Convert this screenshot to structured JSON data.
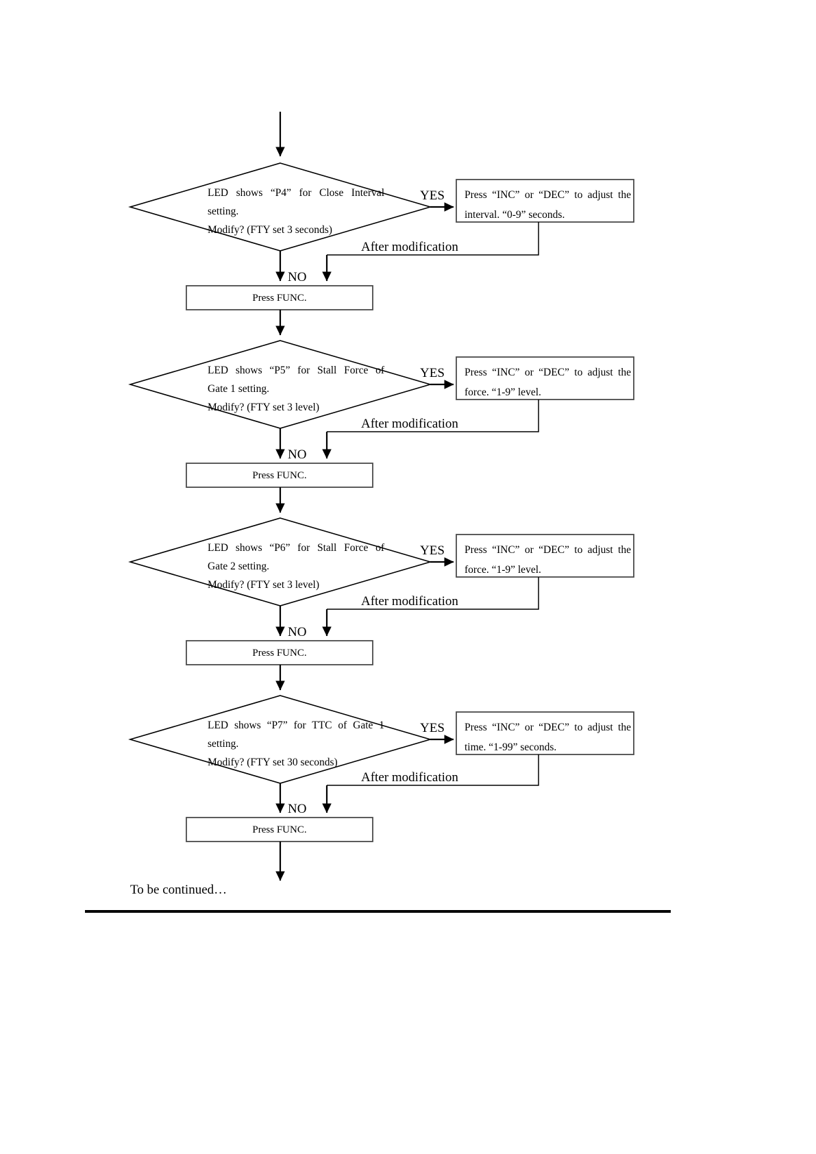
{
  "document": {
    "continued_note": "To be continued…"
  },
  "chart_data": {
    "type": "diagram",
    "diagram_kind": "flowchart",
    "title": "",
    "orientation": "top-to-bottom",
    "nodes": [
      {
        "id": "d1",
        "type": "decision",
        "lines": [
          "LED shows “P4” for Close Interval",
          "setting.",
          "Modify? (FTY set 3 seconds)"
        ]
      },
      {
        "id": "p1",
        "type": "process",
        "lines": [
          "Press “INC” or “DEC” to adjust the",
          "interval. “0-9” seconds."
        ]
      },
      {
        "id": "f1",
        "type": "process",
        "lines": [
          "Press FUNC."
        ]
      },
      {
        "id": "d2",
        "type": "decision",
        "lines": [
          "LED shows “P5” for Stall Force of",
          "Gate 1 setting.",
          "Modify? (FTY set 3 level)"
        ]
      },
      {
        "id": "p2",
        "type": "process",
        "lines": [
          "Press “INC” or “DEC” to adjust the",
          "force. “1-9” level."
        ]
      },
      {
        "id": "f2",
        "type": "process",
        "lines": [
          "Press FUNC."
        ]
      },
      {
        "id": "d3",
        "type": "decision",
        "lines": [
          "LED shows “P6” for Stall Force of",
          "Gate 2 setting.",
          "Modify? (FTY set 3 level)"
        ]
      },
      {
        "id": "p3",
        "type": "process",
        "lines": [
          "Press “INC” or “DEC” to adjust the",
          "force. “1-9” level."
        ]
      },
      {
        "id": "f3",
        "type": "process",
        "lines": [
          "Press FUNC."
        ]
      },
      {
        "id": "d4",
        "type": "decision",
        "lines": [
          "LED shows “P7” for TTC of Gate 1",
          "setting.",
          "Modify? (FTY set 30 seconds)"
        ]
      },
      {
        "id": "p4",
        "type": "process",
        "lines": [
          "Press “INC” or “DEC” to adjust the",
          "time. “1-99” seconds."
        ]
      },
      {
        "id": "f4",
        "type": "process",
        "lines": [
          "Press FUNC."
        ]
      }
    ],
    "edge_labels": {
      "yes": "YES",
      "no": "NO",
      "after_modification": "After modification"
    }
  },
  "stages": [
    {
      "key": "stage1",
      "decision": {
        "line1": "LED shows “P4” for Close Interval",
        "line2": "setting.",
        "line3": "Modify? (FTY set 3 seconds)"
      },
      "process": {
        "line1": "Press “INC” or “DEC” to adjust the",
        "line2": "interval. “0-9” seconds."
      },
      "yes_label": "YES",
      "no_label": "NO",
      "after_label": "After modification",
      "func_label": "Press FUNC."
    },
    {
      "key": "stage2",
      "decision": {
        "line1": "LED shows “P5” for Stall Force of",
        "line2": "Gate 1 setting.",
        "line3": "Modify? (FTY set 3 level)"
      },
      "process": {
        "line1": "Press “INC” or “DEC” to adjust the",
        "line2": "force. “1-9” level."
      },
      "yes_label": "YES",
      "no_label": "NO",
      "after_label": "After modification",
      "func_label": "Press FUNC."
    },
    {
      "key": "stage3",
      "decision": {
        "line1": "LED shows “P6” for Stall Force of",
        "line2": "Gate 2 setting.",
        "line3": "Modify? (FTY set 3 level)"
      },
      "process": {
        "line1": "Press “INC” or “DEC” to adjust the",
        "line2": "force. “1-9” level."
      },
      "yes_label": "YES",
      "no_label": "NO",
      "after_label": "After modification",
      "func_label": "Press FUNC."
    },
    {
      "key": "stage4",
      "decision": {
        "line1": "LED shows “P7” for TTC of Gate 1",
        "line2": "setting.",
        "line3": "Modify? (FTY set 30 seconds)"
      },
      "process": {
        "line1": "Press “INC” or “DEC” to adjust the",
        "line2": "time. “1-99” seconds."
      },
      "yes_label": "YES",
      "no_label": "NO",
      "after_label": "After modification",
      "func_label": "Press FUNC."
    }
  ],
  "colors": {
    "ink": "#000000",
    "box_stroke": "#4a4a4a",
    "page": "#ffffff"
  }
}
